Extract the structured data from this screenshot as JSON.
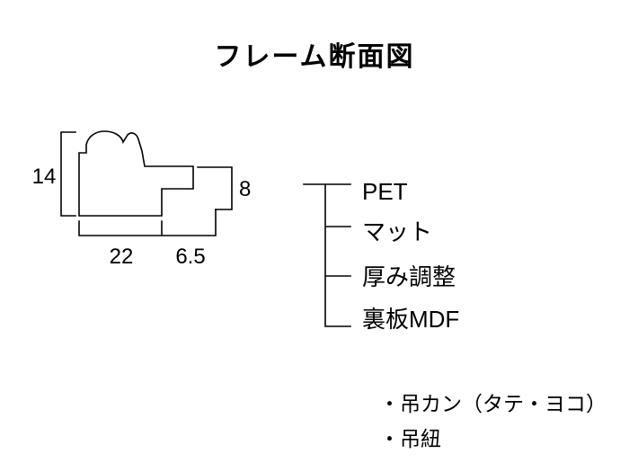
{
  "title": "フレーム断面図",
  "diagram": {
    "dims": {
      "height": "14",
      "depth": "8",
      "width": "22",
      "lip_width": "6.5"
    },
    "layers": [
      "PET",
      "マット",
      "厚み調整",
      "裏板MDF"
    ],
    "notes": [
      "・吊カン（タテ・ヨコ）",
      "・吊紐"
    ]
  }
}
